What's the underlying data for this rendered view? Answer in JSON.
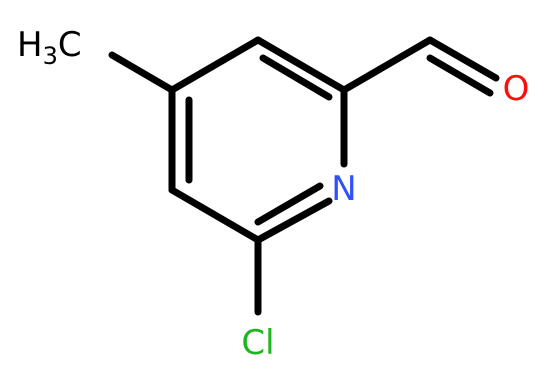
{
  "molecule": {
    "atoms": {
      "methyl": {
        "main": "H",
        "sub": "3",
        "tail": "C",
        "color": "#000000"
      },
      "nitrogen": {
        "label": "N",
        "color": "#3050f8"
      },
      "oxygen": {
        "label": "O",
        "color": "#ff0d0d"
      },
      "chlorine": {
        "label": "Cl",
        "color": "#1fb51f"
      }
    },
    "bond_color": "#000000",
    "background": "#ffffff"
  }
}
